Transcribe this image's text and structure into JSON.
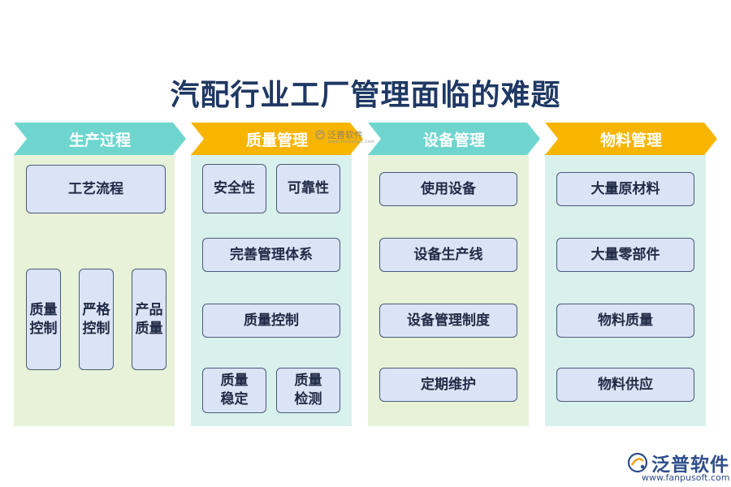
{
  "title": "汽配行业工厂管理面临的难题",
  "colors": {
    "teal": "#6fd6cf",
    "orange": "#f7b500",
    "green_panel": "#e7f2d8",
    "teal_panel": "#d9f1ec",
    "box_fill": "#dbe3f6",
    "box_border": "#4a5a7a",
    "title": "#1f3864",
    "brand": "#2e4d8a"
  },
  "columns": [
    {
      "header": "生产过程",
      "items": [
        "工艺流程",
        "质量\n控制",
        "严格\n控制",
        "产品\n质量"
      ]
    },
    {
      "header": "质量管理",
      "items": [
        "安全性",
        "可靠性",
        "完善管理体系",
        "质量控制",
        "质量\n稳定",
        "质量\n检测"
      ]
    },
    {
      "header": "设备管理",
      "items": [
        "使用设备",
        "设备生产线",
        "设备管理制度",
        "定期维护"
      ]
    },
    {
      "header": "物料管理",
      "items": [
        "大量原材料",
        "大量零部件",
        "物料质量",
        "物料供应"
      ]
    }
  ],
  "watermark": {
    "icon": "fanpu-logo-icon",
    "text": "泛普软件",
    "subtext": "www.fanpusoft.com"
  },
  "logo": {
    "icon": "fanpu-logo-icon",
    "text": "泛普软件",
    "url": "www.fanpusoft.com"
  }
}
